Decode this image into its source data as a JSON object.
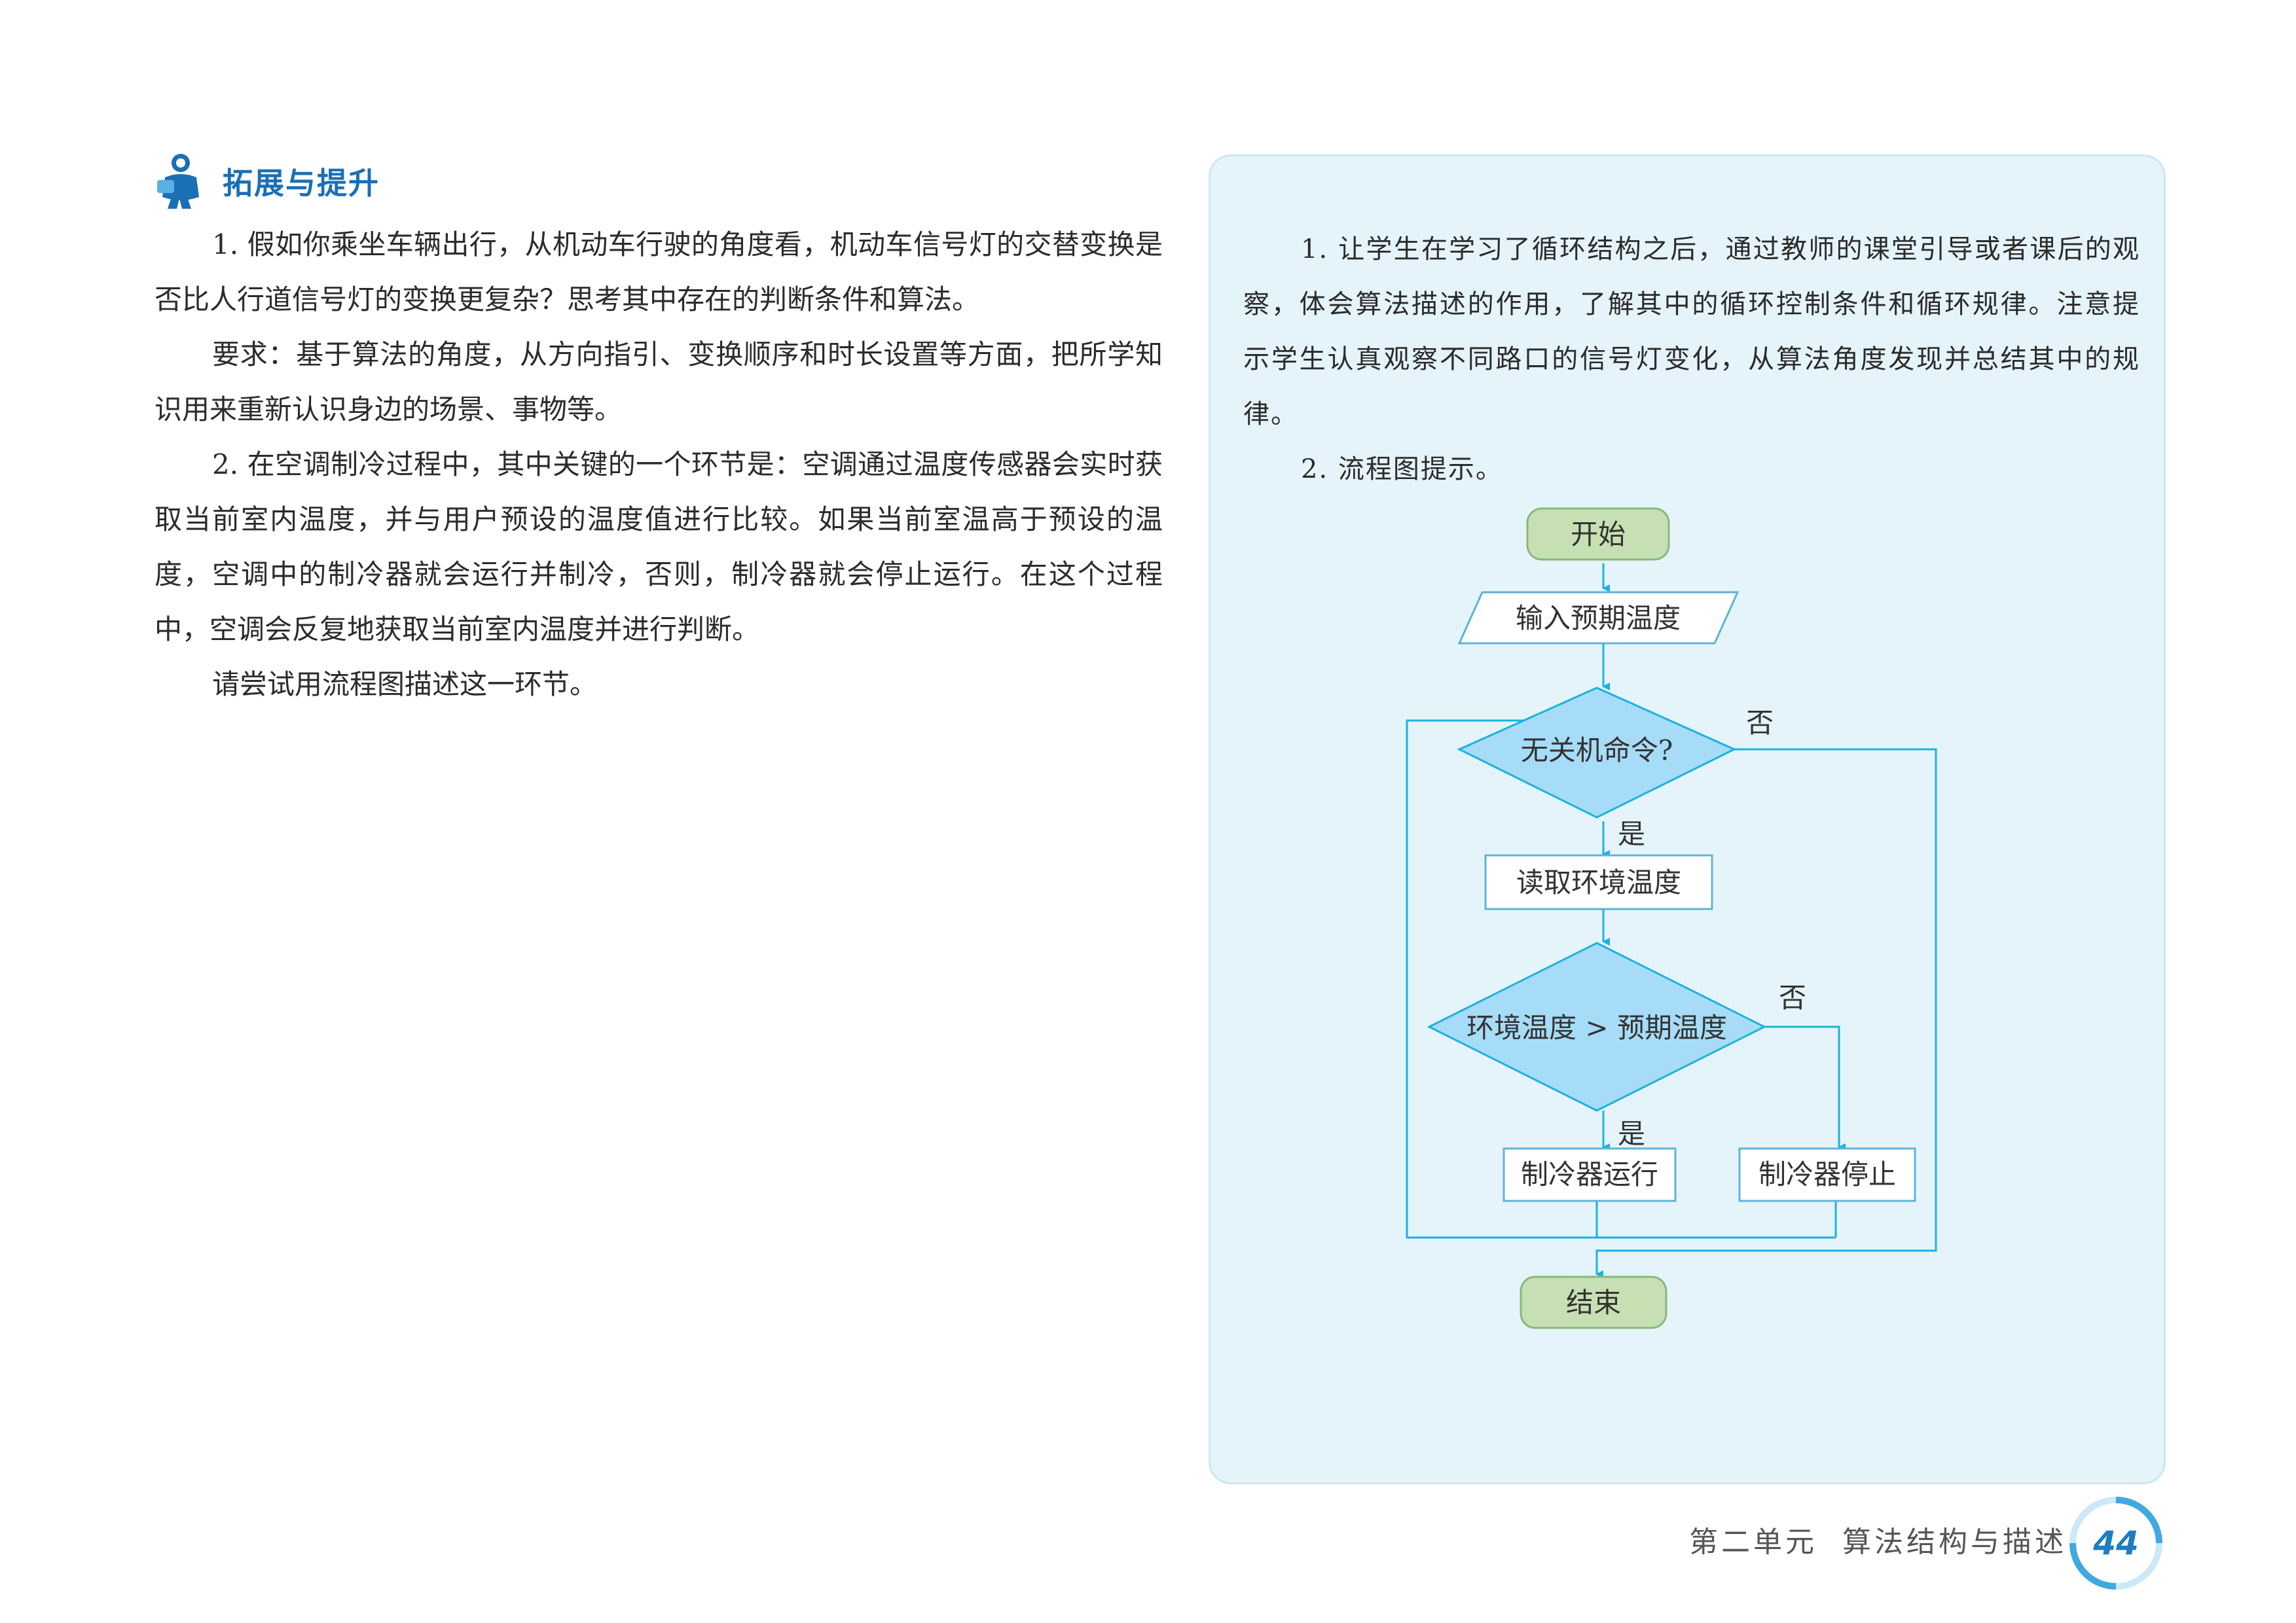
{
  "section": {
    "title": "拓展与提升",
    "icon": "person-reading-icon"
  },
  "exercises": [
    "1. 假如你乘坐车辆出行，从机动车行驶的角度看，机动车信号灯的交替变换是否比人行道信号灯的变换更复杂？思考其中存在的判断条件和算法。",
    "要求：基于算法的角度，从方向指引、变换顺序和时长设置等方面，把所学知识用来重新认识身边的场景、事物等。",
    "2. 在空调制冷过程中，其中关键的一个环节是：空调通过温度传感器会实时获取当前室内温度，并与用户预设的温度值进行比较。如果当前室温高于预设的温度，空调中的制冷器就会运行并制冷，否则，制冷器就会停止运行。在这个过程中，空调会反复地获取当前室内温度并进行判断。",
    "请尝试用流程图描述这一环节。"
  ],
  "tips": [
    "1. 让学生在学习了循环结构之后，通过教师的课堂引导或者课后的观察，体会算法描述的作用，了解其中的循环控制条件和循环规律。注意提示学生认真观察不同路口的信号灯变化，从算法角度发现并总结其中的规律。",
    "2. 流程图提示。"
  ],
  "flowchart": {
    "start": "开始",
    "input": "输入预期温度",
    "decision1": "无关机命令?",
    "process_read": "读取环境温度",
    "decision2": "环境温度 > 预期温度",
    "process_run": "制冷器运行",
    "process_stop": "制冷器停止",
    "end": "结束",
    "yes_label": "是",
    "no_label": "否",
    "colors": {
      "terminal_fill": "#c6e0b4",
      "terminal_stroke": "#88b97a",
      "decision_fill": "#a6dcf7",
      "line": "#1ab2e0",
      "box_stroke": "#5fb3d8"
    }
  },
  "footer": {
    "unit": "第二单元",
    "chapter": "算法结构与描述",
    "page": "44"
  }
}
